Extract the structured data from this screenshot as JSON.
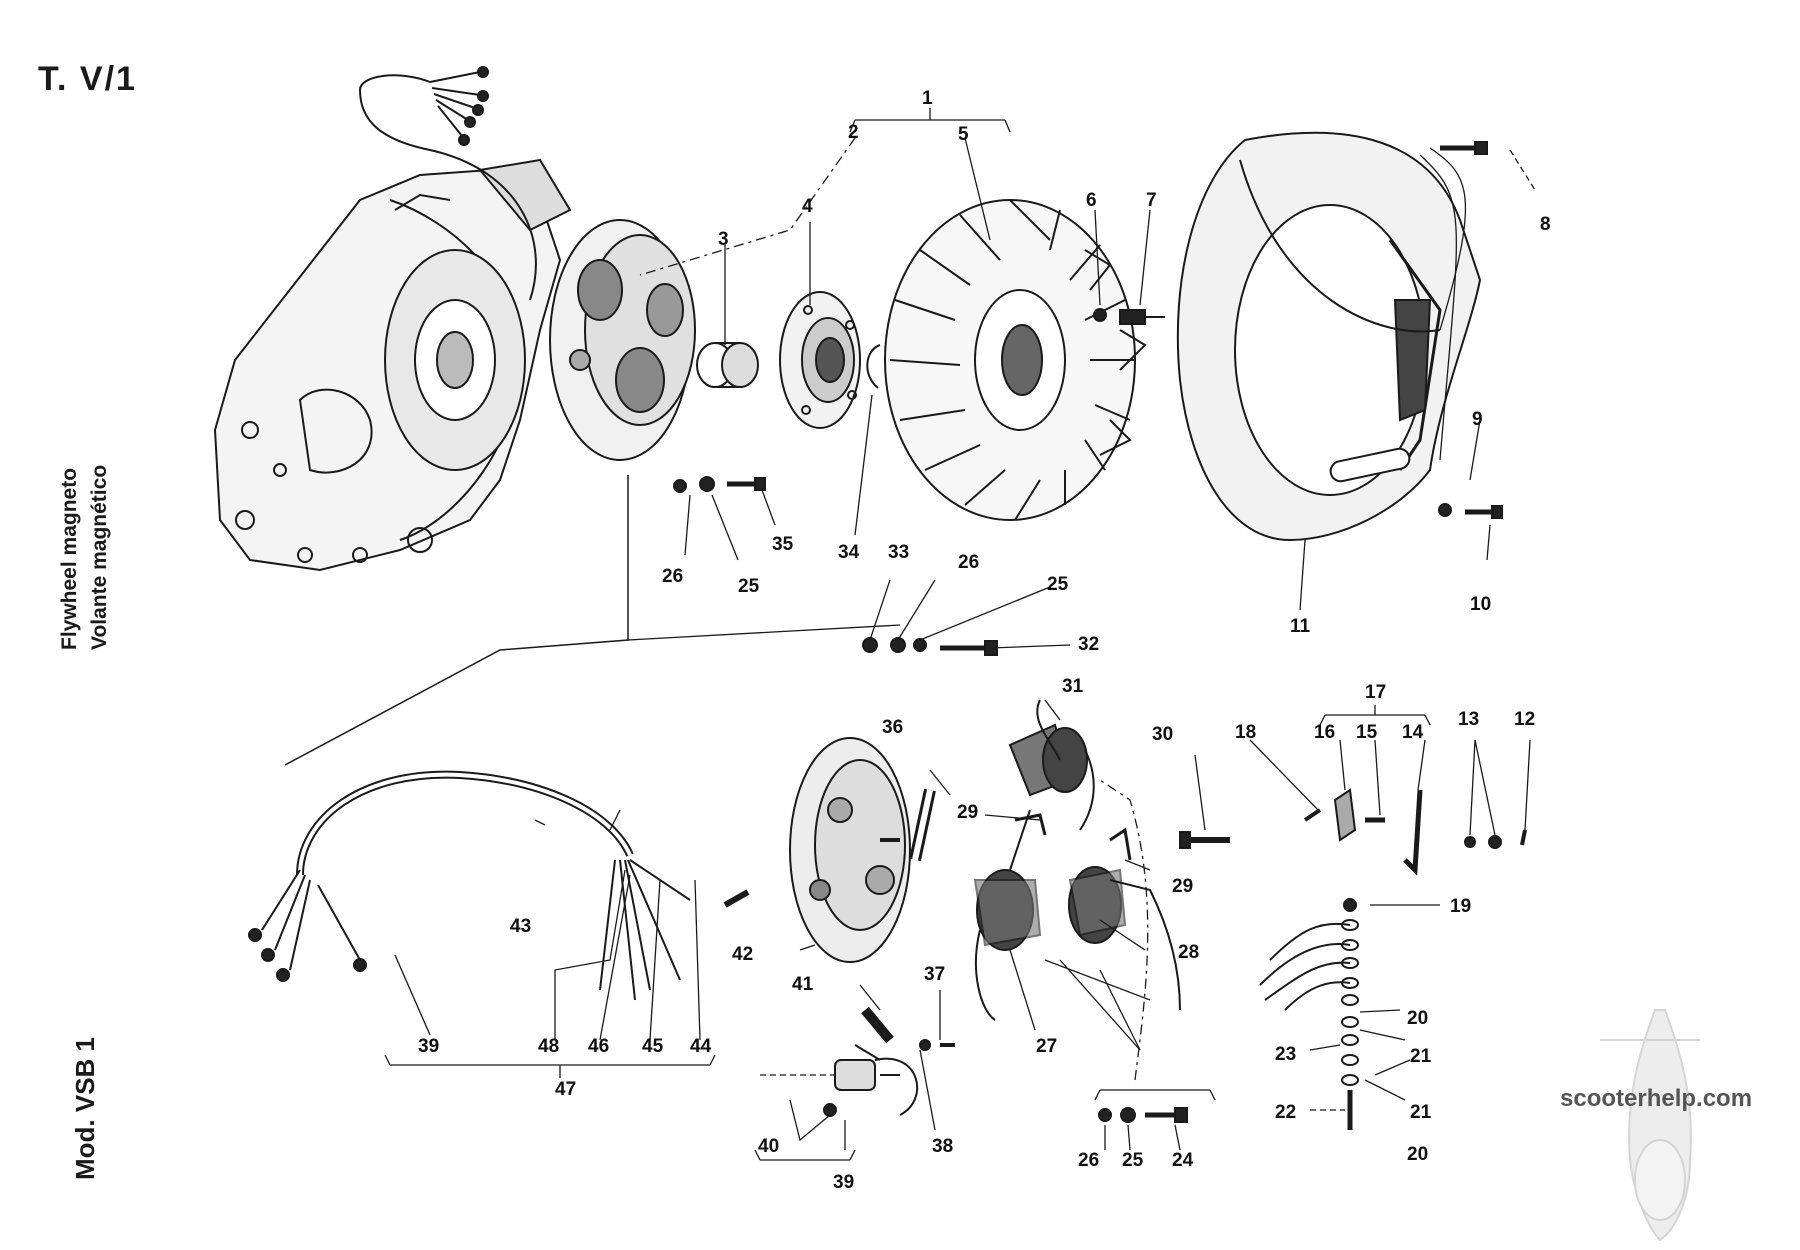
{
  "plate_id": "T. V/1",
  "titles": {
    "en": "Flywheel magneto",
    "es": "Volante magnético",
    "model": "Mod. VSB 1"
  },
  "watermark": "scooterhelp.com",
  "part_labels": [
    {
      "id": "l1",
      "text": "1"
    },
    {
      "id": "l2",
      "text": "2"
    },
    {
      "id": "l3",
      "text": "3"
    },
    {
      "id": "l4",
      "text": "4"
    },
    {
      "id": "l5",
      "text": "5"
    },
    {
      "id": "l6",
      "text": "6"
    },
    {
      "id": "l7",
      "text": "7"
    },
    {
      "id": "l8",
      "text": "8"
    },
    {
      "id": "l9",
      "text": "9"
    },
    {
      "id": "l10",
      "text": "10"
    },
    {
      "id": "l11",
      "text": "11"
    },
    {
      "id": "l12",
      "text": "12"
    },
    {
      "id": "l13",
      "text": "13"
    },
    {
      "id": "l14",
      "text": "14"
    },
    {
      "id": "l15",
      "text": "15"
    },
    {
      "id": "l16",
      "text": "16"
    },
    {
      "id": "l17",
      "text": "17"
    },
    {
      "id": "l18",
      "text": "18"
    },
    {
      "id": "l19",
      "text": "19"
    },
    {
      "id": "l20a",
      "text": "20"
    },
    {
      "id": "l21a",
      "text": "21"
    },
    {
      "id": "l23",
      "text": "23"
    },
    {
      "id": "l22",
      "text": "22"
    },
    {
      "id": "l21b",
      "text": "21"
    },
    {
      "id": "l20b",
      "text": "20"
    },
    {
      "id": "l24",
      "text": "24"
    },
    {
      "id": "l25a",
      "text": "25"
    },
    {
      "id": "l26a",
      "text": "26"
    },
    {
      "id": "l25b",
      "text": "25"
    },
    {
      "id": "l26b",
      "text": "26"
    },
    {
      "id": "l25c",
      "text": "25"
    },
    {
      "id": "l26c",
      "text": "26"
    },
    {
      "id": "l27",
      "text": "27"
    },
    {
      "id": "l28",
      "text": "28"
    },
    {
      "id": "l29a",
      "text": "29"
    },
    {
      "id": "l29b",
      "text": "29"
    },
    {
      "id": "l30",
      "text": "30"
    },
    {
      "id": "l31",
      "text": "31"
    },
    {
      "id": "l32",
      "text": "32"
    },
    {
      "id": "l33",
      "text": "33"
    },
    {
      "id": "l34",
      "text": "34"
    },
    {
      "id": "l35",
      "text": "35"
    },
    {
      "id": "l36",
      "text": "36"
    },
    {
      "id": "l37",
      "text": "37"
    },
    {
      "id": "l38",
      "text": "38"
    },
    {
      "id": "l39a",
      "text": "39"
    },
    {
      "id": "l39b",
      "text": "39"
    },
    {
      "id": "l40",
      "text": "40"
    },
    {
      "id": "l41",
      "text": "41"
    },
    {
      "id": "l42",
      "text": "42"
    },
    {
      "id": "l43",
      "text": "43"
    },
    {
      "id": "l44",
      "text": "44"
    },
    {
      "id": "l45",
      "text": "45"
    },
    {
      "id": "l46",
      "text": "46"
    },
    {
      "id": "l47",
      "text": "47"
    },
    {
      "id": "l48",
      "text": "48"
    }
  ]
}
